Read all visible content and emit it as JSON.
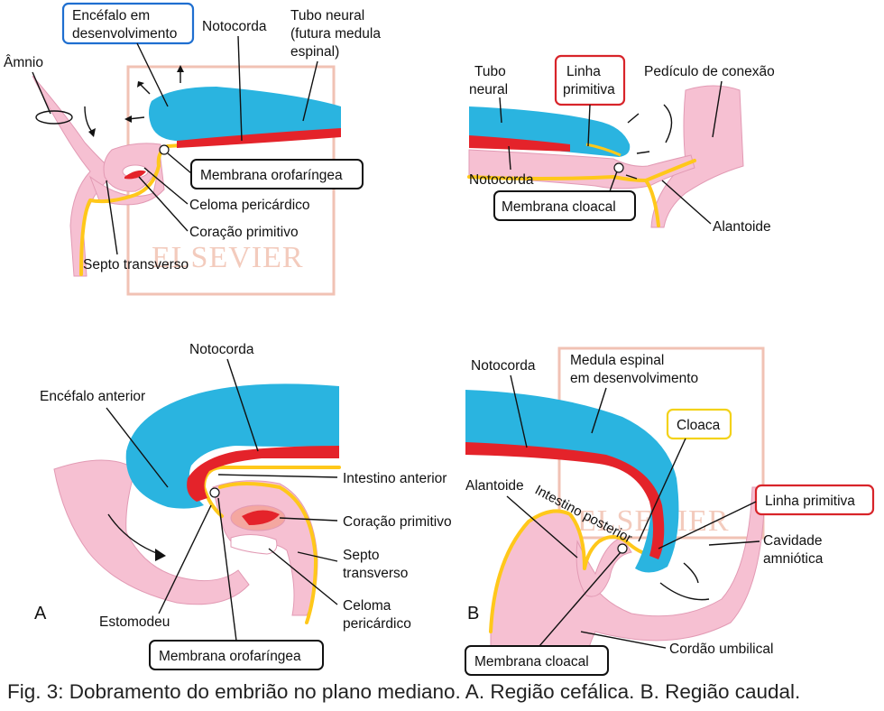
{
  "colors": {
    "neural_tube": "#2ab4e0",
    "notochord": "#e4232a",
    "ectoderm_tissue": "#f6c0d2",
    "endoderm_line": "#ffc81a",
    "box_blue": "#1f6fd0",
    "box_red": "#d8242a",
    "box_yellow": "#f3d21a",
    "box_black": "#111111"
  },
  "watermark": "ELSEVIER",
  "panel_top_left": {
    "encefalo": [
      "Encéfalo em",
      "desenvolvimento"
    ],
    "notocorda": "Notocorda",
    "tubo_neural": [
      "Tubo neural",
      "(futura medula",
      "espinal)"
    ],
    "amnio": "Âmnio",
    "membrana_orofaringea": "Membrana orofaríngea",
    "celoma_pericardico": "Celoma pericárdico",
    "coracao_primitivo": "Coração primitivo",
    "septo_transverso": "Septo transverso"
  },
  "panel_top_right": {
    "tubo_neural": [
      "Tubo",
      "neural"
    ],
    "linha_primitiva": [
      "Linha",
      "primitiva"
    ],
    "pediculo": "Pedículo de conexão",
    "notocorda": "Notocorda",
    "membrana_cloacal": "Membrana cloacal",
    "alantoide": "Alantoide"
  },
  "panel_a": {
    "letter": "A",
    "notocorda": "Notocorda",
    "encefalo_anterior": "Encéfalo anterior",
    "intestino_anterior": "Intestino anterior",
    "coracao_primitivo": "Coração primitivo",
    "septo_transverso": [
      "Septo",
      "transverso"
    ],
    "celoma_pericardico": [
      "Celoma",
      "pericárdico"
    ],
    "estomodeu": "Estomodeu",
    "membrana_orofaringea": "Membrana orofaríngea"
  },
  "panel_b": {
    "letter": "B",
    "notocorda": "Notocorda",
    "medula": [
      "Medula espinal",
      "em desenvolvimento"
    ],
    "cloaca": "Cloaca",
    "alantoide": "Alantoide",
    "intestino_posterior": "Intestino posterior",
    "linha_primitiva": "Linha primitiva",
    "cavidade_amniotica": [
      "Cavidade",
      "amniótica"
    ],
    "cordao_umbilical": "Cordão umbilical",
    "membrana_cloacal": "Membrana cloacal"
  },
  "caption": "Fig. 3: Dobramento do embrião no plano mediano. A. Região cefálica. B. Região caudal."
}
